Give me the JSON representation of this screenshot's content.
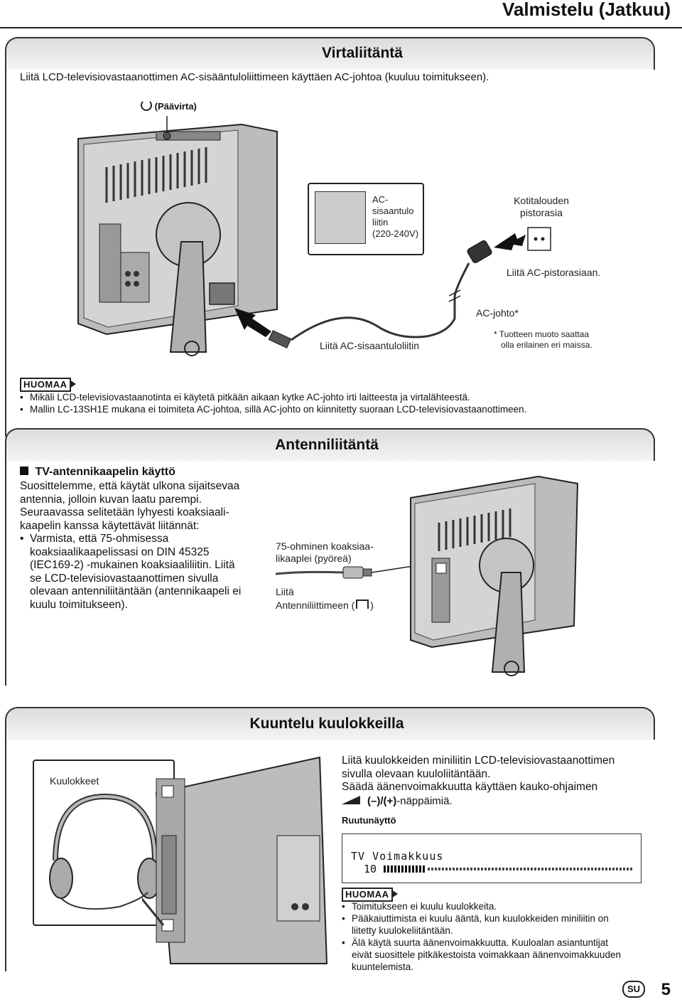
{
  "header": {
    "title": "Valmistelu (Jatkuu)"
  },
  "power": {
    "section_title": "Virtaliitäntä",
    "intro": "Liitä LCD-televisiovastaanottimen AC-sisääntuloliittimeen käyttäen AC-johtoa (kuuluu toimitukseen).",
    "main_power_label": "(Päävirta)",
    "ac_input_label_lines": [
      "AC-",
      "sisaantulo",
      "liitin",
      "(220-240V)"
    ],
    "household_outlet_lines": [
      "Kotitalouden",
      "pistorasia"
    ],
    "connect_outlet": "Liitä AC-pistorasiaan.",
    "ac_cord": "AC-johto*",
    "footnote_lines": [
      "* Tuotteen muoto saattaa",
      "olla erilainen eri maissa."
    ],
    "connect_ac_input": "Liitä AC-sisaantuloliitin",
    "note_label": "HUOMAA",
    "notes": [
      "Mikäli LCD-televisiovastaanotinta ei käytetä pitkään aikaan kytke AC-johto irti laitteesta ja virtalähteestä.",
      "Mallin LC-13SH1E mukana ei toimiteta AC-johtoa, sillä AC-johto on kiinnitetty suoraan LCD-televisiovastaanottimeen."
    ]
  },
  "antenna": {
    "section_title": "Antenniliitäntä",
    "subheading": "TV-antennikaapelin käyttö",
    "paragraph_lines": [
      "Suosittelemme, että käytät ulkona sijaitsevaa",
      "antennia, jolloin kuvan laatu parempi.",
      "Seuraavassa selitetään lyhyesti koaksiaali-",
      "kaapelin kanssa käytettävät liitännät:"
    ],
    "bullet_lines": [
      "Varmista, että 75-ohmisessa",
      "koaksiaalikaapelissasi on DIN 45325",
      "(IEC169-2) -mukainen koaksiaaliliitin. Liitä",
      "se LCD-televisiovastaanottimen sivulla",
      "olevaan antenniliitäntään (antennikaapeli ei",
      "kuulu toimitukseen)."
    ],
    "cable_label_lines": [
      "75-ohminen koaksiaa-",
      "likaaplei (pyöreä)"
    ],
    "connect_label": "Liitä",
    "antenna_input": "Antenniliittimeen (",
    "antenna_input_close": ")"
  },
  "headphones": {
    "section_title": "Kuuntelu kuulokkeilla",
    "headphones_label": "Kuulokkeet",
    "paragraph_lines": [
      "Liitä kuulokkeiden miniliitin LCD-televisiovastaanottimen",
      "sivulla olevaan kuuloliitäntään.",
      "Säädä äänenvoimakkuutta käyttäen kauko-ohjaimen"
    ],
    "buttons_text": "(–)/(+)",
    "buttons_suffix": "-näppäimiä.",
    "osd_heading": "Ruutunäyttö",
    "osd_title": "TV Voimakkuus",
    "osd_value": "10",
    "osd_level_fraction": 0.17,
    "note_label": "HUOMAA",
    "notes": [
      "Toimitukseen ei kuulu kuulokkeita.",
      "Pääkaiuttimista ei kuulu ääntä, kun kuulokkeiden miniliitin on liitetty kuulokeliitäntään.",
      "Älä käytä suurta äänenvoimakkuutta. Kuuloalan asiantuntijat eivät suosittele pitkäkestoista voimakkaan äänenvoimakkuuden kuuntelemista."
    ]
  },
  "footer": {
    "language_badge": "SU",
    "page_number": "5"
  }
}
